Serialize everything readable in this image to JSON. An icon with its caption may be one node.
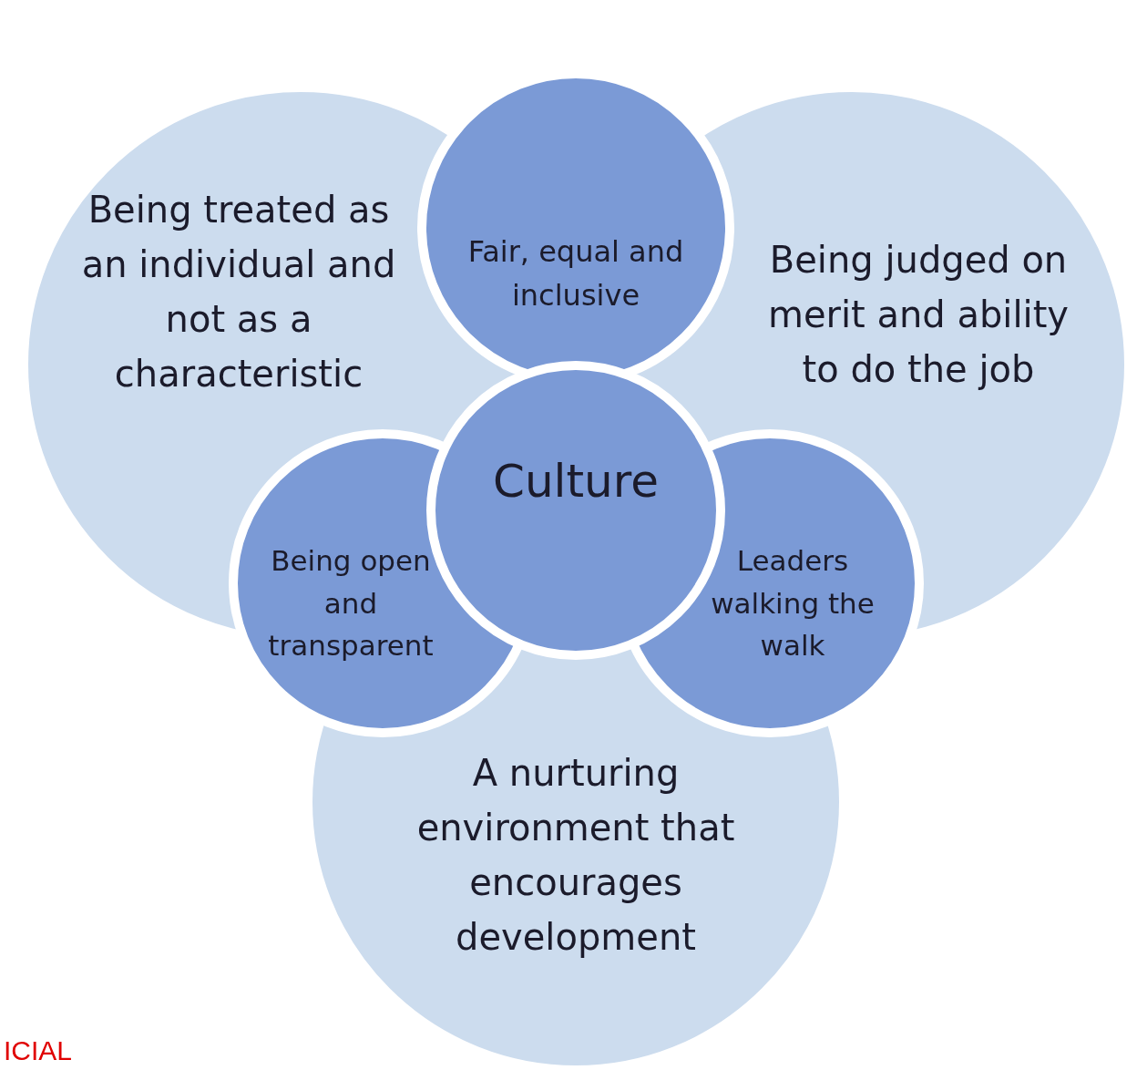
{
  "diagram": {
    "nodes": [
      {
        "text": [
          "Being treated as an individual and not as a characteristic"
        ]
      },
      {
        "text": [
          "Fair, equal and inclusive"
        ]
      },
      {
        "text": [
          "Being judged on merit and ability to do the job"
        ]
      },
      {
        "text": [
          "Culture"
        ]
      },
      {
        "text": [
          "Being open and transparent"
        ]
      },
      {
        "text": [
          "Leaders walking the walk"
        ]
      },
      {
        "text": [
          "A nurturing environment that encourages development"
        ]
      }
    ],
    "edges": [],
    "labels": [
      "ICIAL"
    ]
  }
}
